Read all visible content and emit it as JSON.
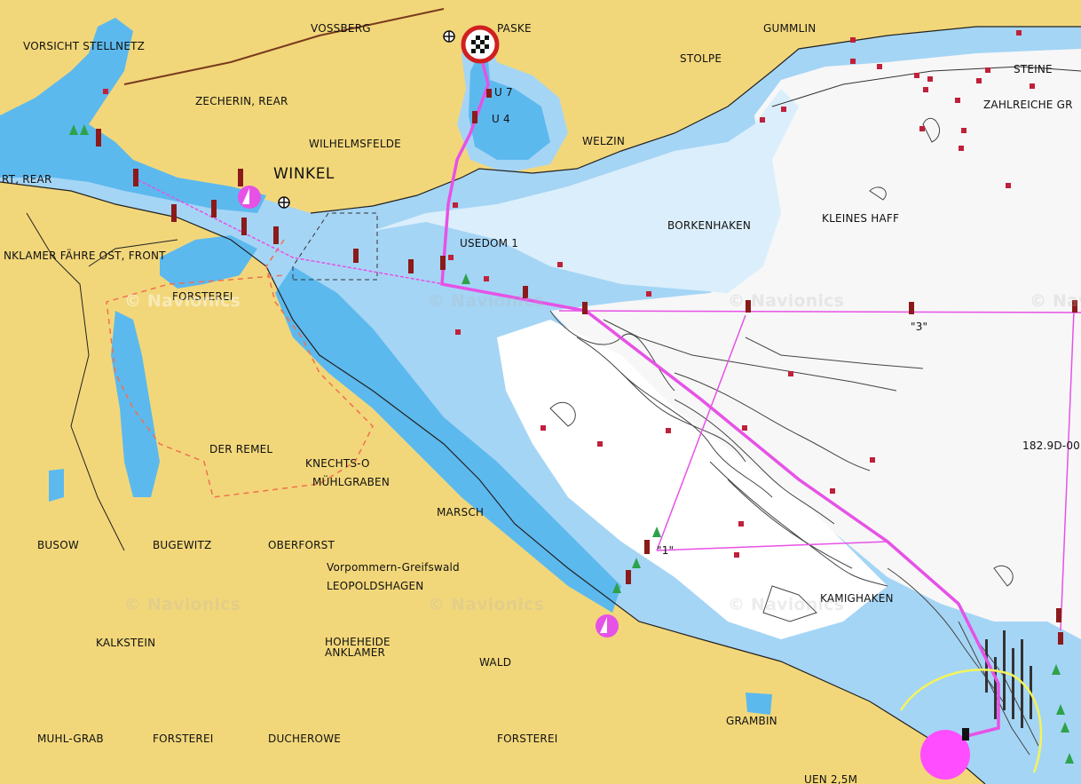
{
  "colors": {
    "land": "#f2d77a",
    "deep_water": "#5cb9ee",
    "shallow_water": "#a5d5f5",
    "very_shallow": "#dbeefb",
    "dry_sand": "#ffffff",
    "route": "#e652e6",
    "track": "#f08080"
  },
  "labels": {
    "vorsicht": "VORSICHT STELLNETZ",
    "vossberg": "VOSSBERG",
    "paske": "PASKE",
    "gummlin": "GUMMLIN",
    "stolpe": "STOLPE",
    "steine": "STEINE",
    "zahlreiche": "ZAHLREICHE GR",
    "zecherin": "ZECHERIN, REAR",
    "u7": "U 7",
    "u4": "U 4",
    "wilhelmsfelde": "WILHELMSFELDE",
    "welzin": "WELZIN",
    "winkel": "WINKEL",
    "rt_rear": "RT, REAR",
    "borkenhaken": "BORKENHAKEN",
    "kleines_haff": "KLEINES HAFF",
    "usedom1": "USEDOM 1",
    "anklamer_faehre": "NKLAMER FÄHRE OST, FRONT",
    "forsterei1": "FORSTEREI",
    "buoy3": "\"3\"",
    "depth": "182.9D-00",
    "der_remel": "DER REMEL",
    "knechts": "KNECHTS-O",
    "muehlgraben": "MÜHLGRABEN",
    "marsch": "MARSCH",
    "busow": "BUSOW",
    "bugewitz": "BUGEWITZ",
    "oberforst": "OBERFORST",
    "buoy1": "\"1\"",
    "vorpommern": "Vorpommern-Greifswald",
    "leopoldshagen": "LEOPOLDSHAGEN",
    "kamighaken": "KAMIGHAKEN",
    "kalkstein": "KALKSTEIN",
    "hoheheide": "HOHEHEIDE",
    "anklamer": "ANKLAMER",
    "wald": "WALD",
    "muhl_grab": "MUHL-GRAB",
    "forsterei2": "FORSTEREI",
    "ducherowe": "DUCHEROWE",
    "forsterei3": "FORSTEREI",
    "grambin": "GRAMBIN",
    "uen": "UEN 2,5M",
    "watermark": "© Navionics"
  },
  "icons": [
    "finish-flag-icon",
    "church-cross-icon",
    "sailboat-marina-icon",
    "lateral-buoy-red-icon",
    "lateral-buoy-green-icon",
    "cardinal-mark-icon",
    "obstruction-star-icon",
    "position-indicator-icon"
  ]
}
